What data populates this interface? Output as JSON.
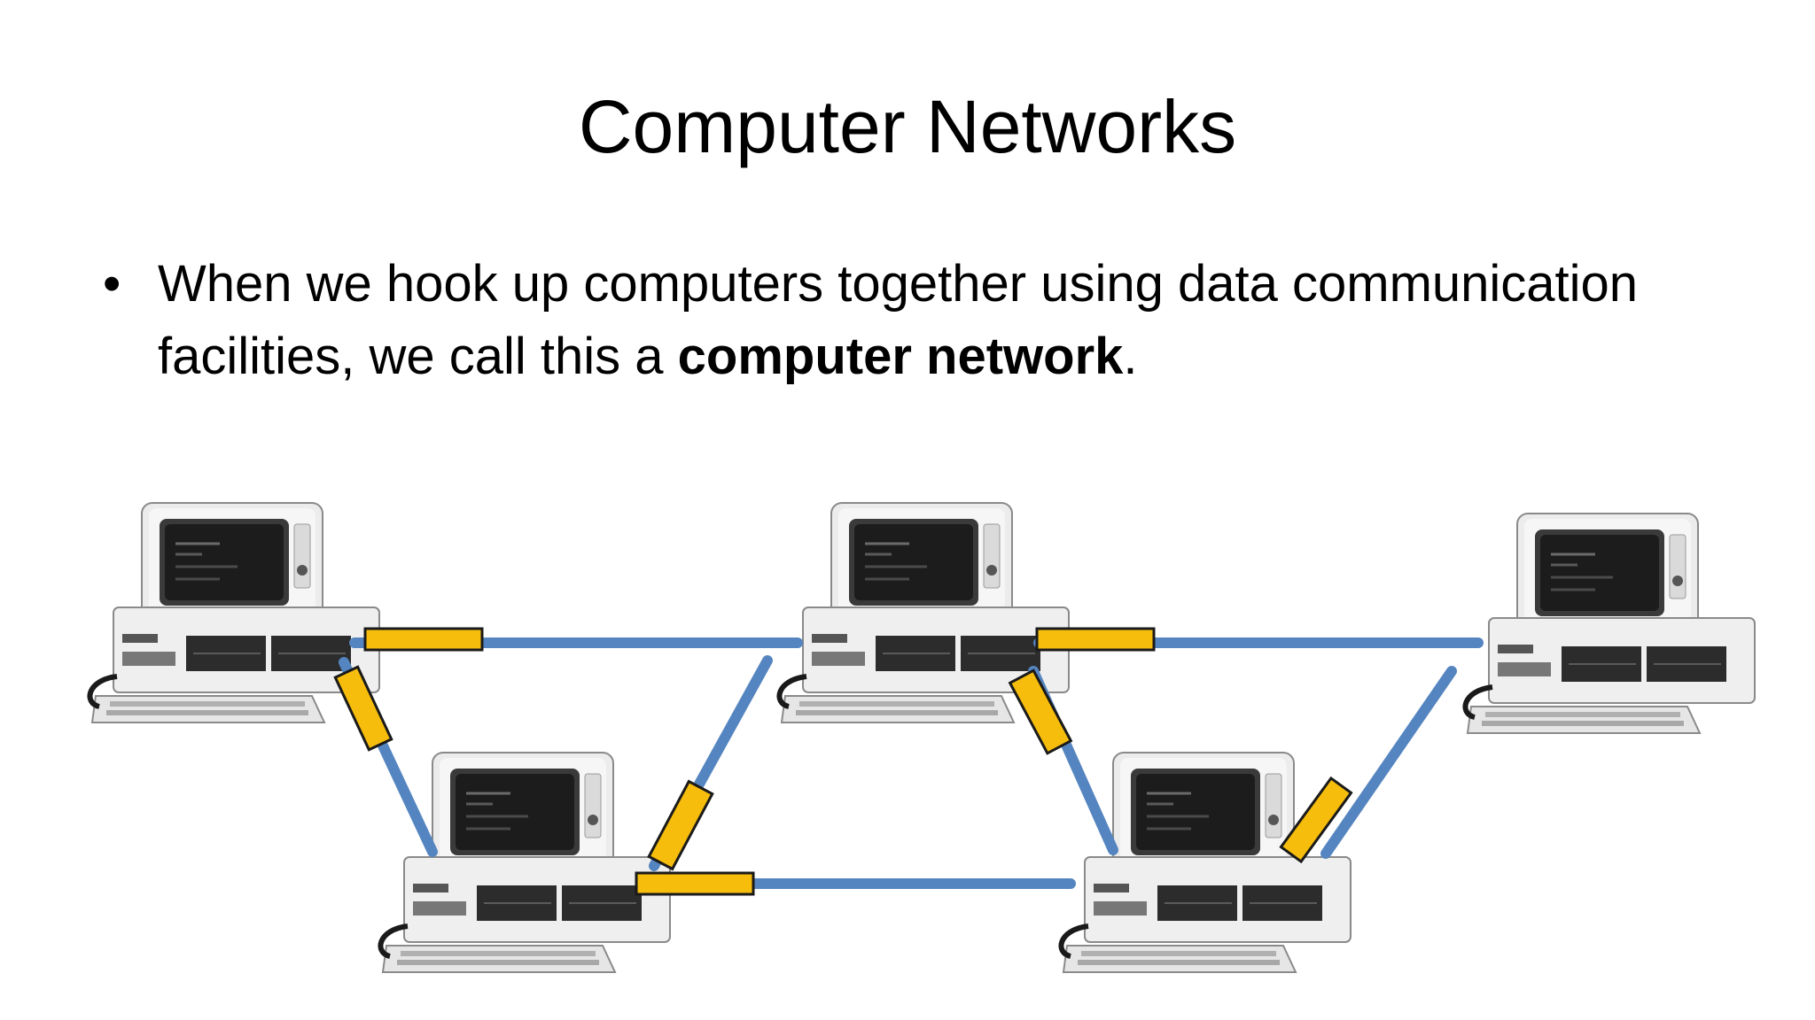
{
  "slide": {
    "title": "Computer Networks",
    "bullets": [
      {
        "marker": "•",
        "text_before": "When we hook up computers together using data communication facilities, we call this a ",
        "text_bold": "computer network",
        "text_after": "."
      }
    ]
  },
  "diagram": {
    "nodes": [
      {
        "id": "pc-top-left",
        "icon": "desktop-computer-icon"
      },
      {
        "id": "pc-bottom-left",
        "icon": "desktop-computer-icon"
      },
      {
        "id": "pc-top-center",
        "icon": "desktop-computer-icon"
      },
      {
        "id": "pc-bottom-right",
        "icon": "desktop-computer-icon"
      },
      {
        "id": "pc-top-right",
        "icon": "desktop-computer-icon"
      }
    ],
    "links": [
      {
        "from": "pc-top-left",
        "to": "pc-top-center"
      },
      {
        "from": "pc-top-left",
        "to": "pc-bottom-left"
      },
      {
        "from": "pc-bottom-left",
        "to": "pc-top-center"
      },
      {
        "from": "pc-bottom-left",
        "to": "pc-bottom-right"
      },
      {
        "from": "pc-top-center",
        "to": "pc-top-right"
      },
      {
        "from": "pc-top-center",
        "to": "pc-bottom-right"
      },
      {
        "from": "pc-bottom-right",
        "to": "pc-top-right"
      }
    ],
    "colors": {
      "link": "#5585c0",
      "interface": "#f6bd0c",
      "interface_border": "#1a1a1a"
    }
  }
}
